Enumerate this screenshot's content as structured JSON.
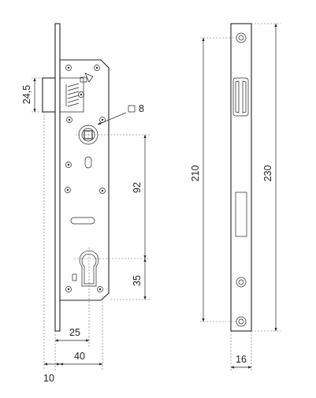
{
  "dimensions": {
    "latch_height": "24,5",
    "spindle_square": "8",
    "spindle_to_cylinder": "92",
    "cylinder_to_bottom_screw": "35",
    "backset": "25",
    "case_depth": "40",
    "faceplate_thickness": "10",
    "screw_spacing": "210",
    "faceplate_length": "230",
    "faceplate_width": "16"
  }
}
